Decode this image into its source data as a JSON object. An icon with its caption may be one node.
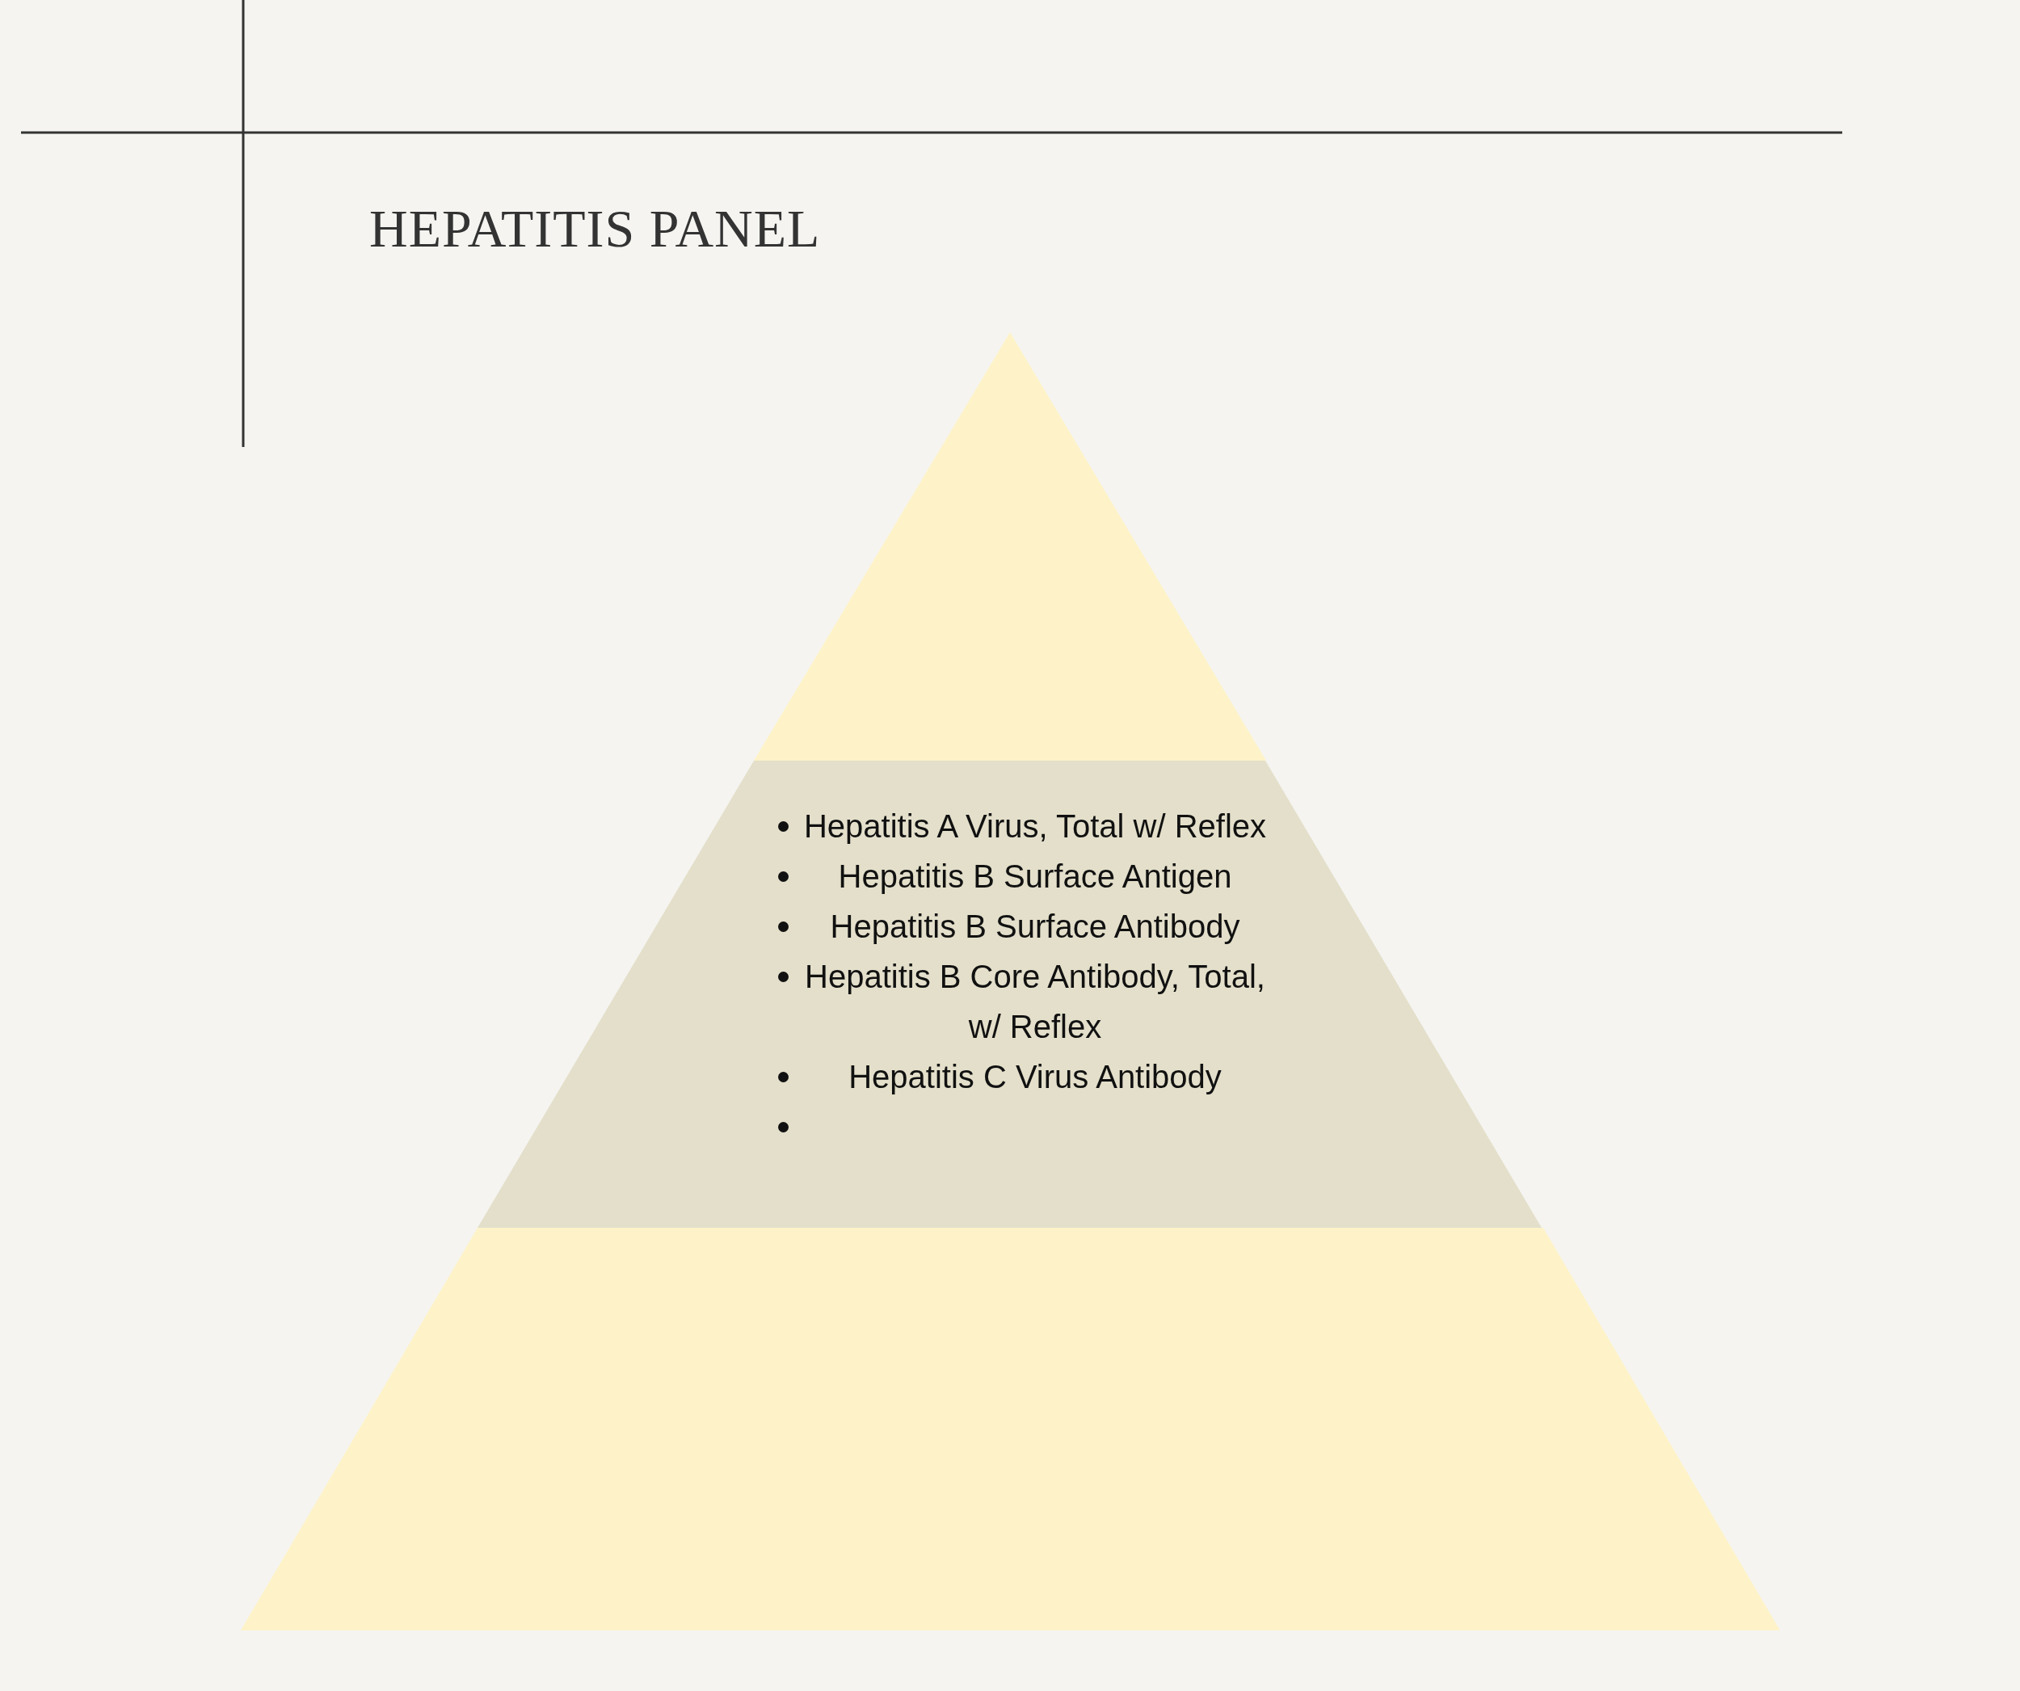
{
  "diagram": {
    "title": "HEPATITIS PANEL",
    "nodes": [
      {
        "text": [],
        "shape": "triangle"
      },
      {
        "text": [
          "Hepatitis A Virus, Total w/ Reflex",
          "Hepatitis B Surface Antigen",
          "Hepatitis B Surface Antibody",
          "Hepatitis B Core Antibody, Total, w/ Reflex",
          "Hepatitis C Virus Antibody"
        ]
      },
      {
        "text": [],
        "shape": "trapezoid"
      }
    ],
    "edges": []
  }
}
